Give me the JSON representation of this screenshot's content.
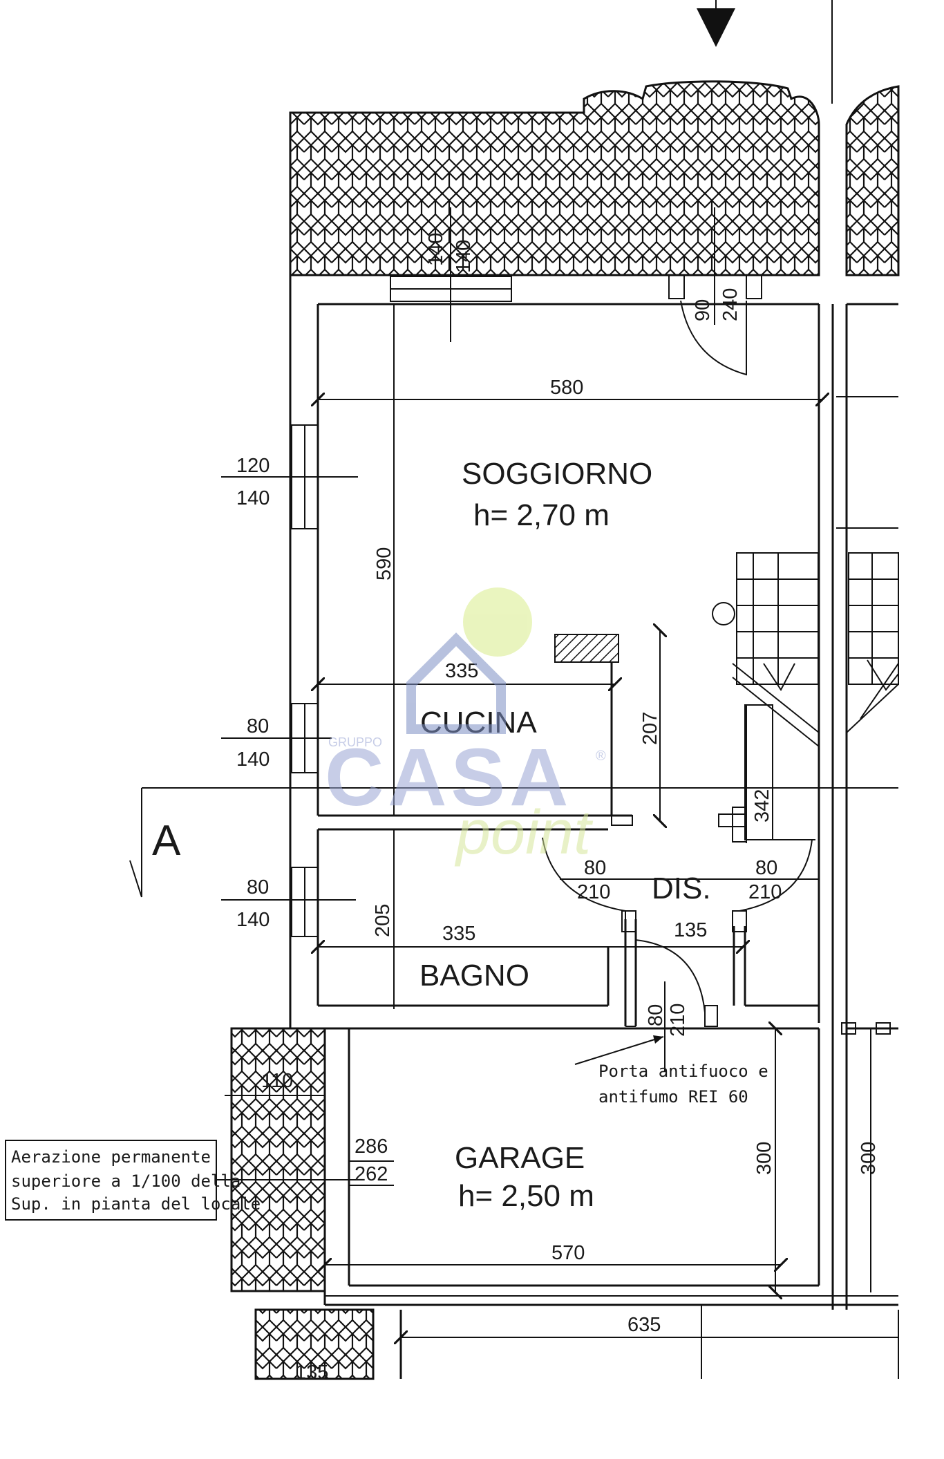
{
  "north_marker": "north-arrow",
  "section_marker": "A",
  "rooms": {
    "soggiorno": {
      "name": "SOGGIORNO",
      "height": "h= 2,70 m"
    },
    "cucina": {
      "name": "CUCINA"
    },
    "dis": {
      "name": "DIS."
    },
    "bagno": {
      "name": "BAGNO"
    },
    "garage": {
      "name": "GARAGE",
      "height": "h= 2,50 m"
    }
  },
  "dimensions": {
    "top_window_a": "140",
    "top_window_b": "140",
    "entry_door_w": "90",
    "entry_door_h": "240",
    "soggiorno_width": "580",
    "soggiorno_depth": "590",
    "window_left_1_w": "120",
    "window_left_1_h": "140",
    "cucina_width": "335",
    "cucina_depth": "207",
    "window_left_2_w": "80",
    "window_left_2_h": "140",
    "stair_dim": "342",
    "door_dis_left_w": "80",
    "door_dis_left_h": "210",
    "door_dis_right_w": "80",
    "door_dis_right_h": "210",
    "window_left_3_w": "80",
    "window_left_3_h": "140",
    "bagno_depth": "205",
    "bagno_width": "335",
    "dis_width": "135",
    "fire_door_w": "80",
    "fire_door_h": "210",
    "wall_110": "110",
    "garage_vent_1": "286",
    "garage_vent_2": "262",
    "garage_depth": "300",
    "neighbor_depth": "300",
    "garage_width": "570",
    "bottom_width": "635",
    "bottom_partial": "135"
  },
  "notes": {
    "fire_door_line1": "Porta antifuoco e",
    "fire_door_line2": "antifumo REI 60",
    "vent_line1": "Aerazione permanente",
    "vent_line2": "superiore a 1/100 della",
    "vent_line3": "Sup. in pianta del locale"
  },
  "watermark": {
    "group": "GRUPPO",
    "brand": "CASA",
    "sub": "point",
    "reg": "®",
    "colors": {
      "house": "#7d8fc4",
      "brand": "#9aa6d4",
      "sub": "#d6e79a",
      "dot": "#d8ec8a"
    }
  }
}
